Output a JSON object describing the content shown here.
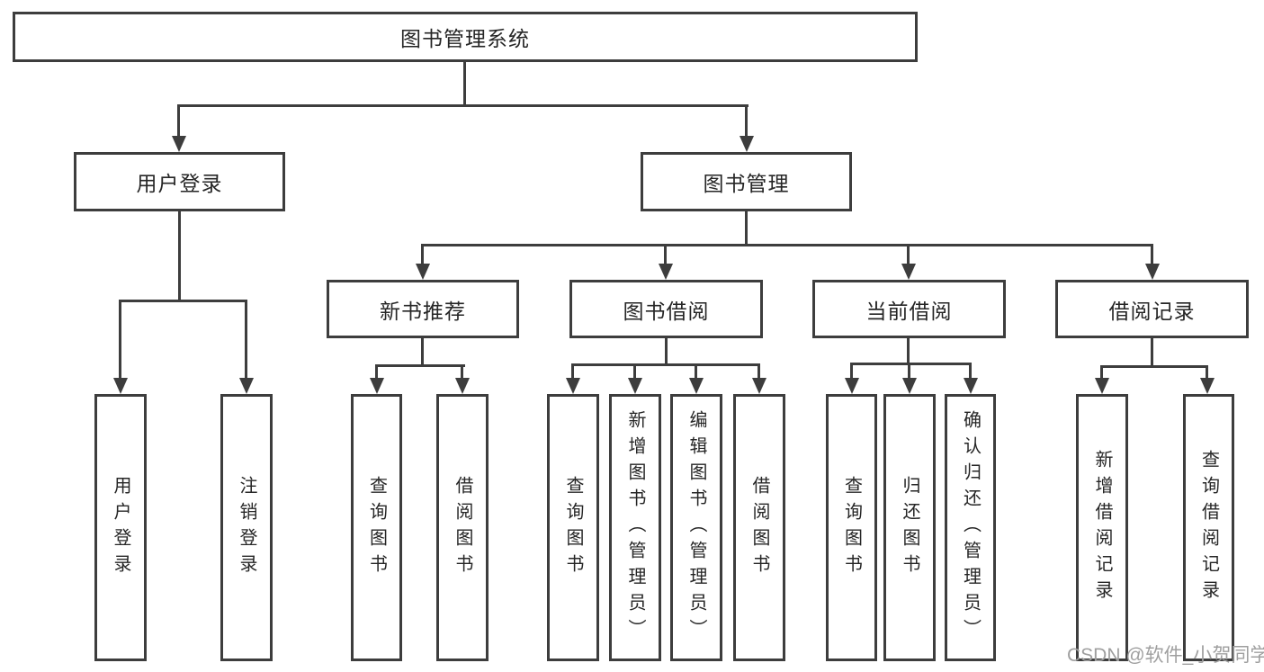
{
  "diagram": {
    "title": "图书管理系统",
    "level2": {
      "user_login": {
        "label": "用户登录",
        "children": [
          "用户登录",
          "注销登录"
        ]
      },
      "book_management": {
        "label": "图书管理",
        "sections": [
          {
            "label": "新书推荐",
            "children": [
              "查询图书",
              "借阅图书"
            ]
          },
          {
            "label": "图书借阅",
            "children": [
              "查询图书",
              "新增图书（管理员）",
              "编辑图书（管理员）",
              "借阅图书"
            ]
          },
          {
            "label": "当前借阅",
            "children": [
              "查询图书",
              "归还图书",
              "确认归还（管理员）"
            ]
          },
          {
            "label": "借阅记录",
            "children": [
              "新增借阅记录",
              "查询借阅记录"
            ]
          }
        ]
      }
    },
    "watermark": "CSDN @软件_小贺同学",
    "colors": {
      "line": "#3d3d3d",
      "text": "#262626",
      "watermark": "#9f9f9f",
      "background": "#ffffff"
    }
  }
}
